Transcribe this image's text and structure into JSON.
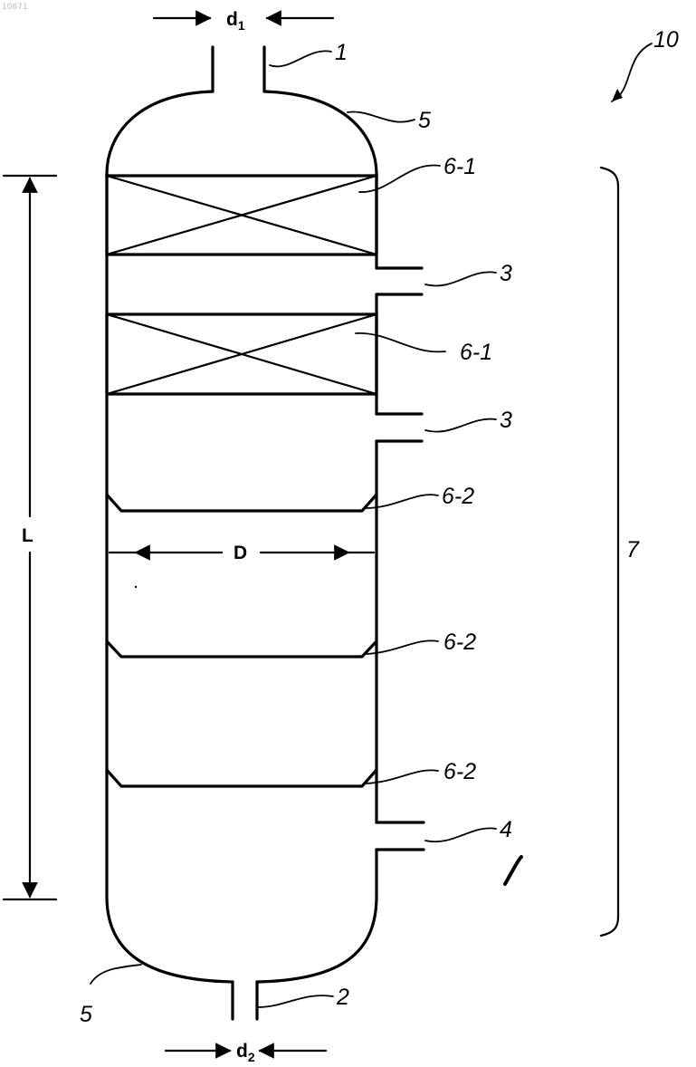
{
  "figure": {
    "corner_tag": "10671",
    "labels": {
      "top_nozzle": "1",
      "bottom_nozzle": "2",
      "side_outlet_upper": "3",
      "side_outlet_lower": "3",
      "side_outlet_bottom": "4",
      "head_top": "5",
      "head_bottom": "5",
      "packing_upper": "6-1",
      "packing_lower": "6-1",
      "tray_1": "6-2",
      "tray_2": "6-2",
      "tray_3": "6-2",
      "section_bracket": "7",
      "column": "10"
    },
    "dimensions": {
      "length": "L",
      "diameter": "D",
      "top_nozzle_diameter": {
        "base": "d",
        "subscript": "1"
      },
      "bottom_nozzle_diameter": {
        "base": "d",
        "subscript": "2"
      }
    }
  }
}
